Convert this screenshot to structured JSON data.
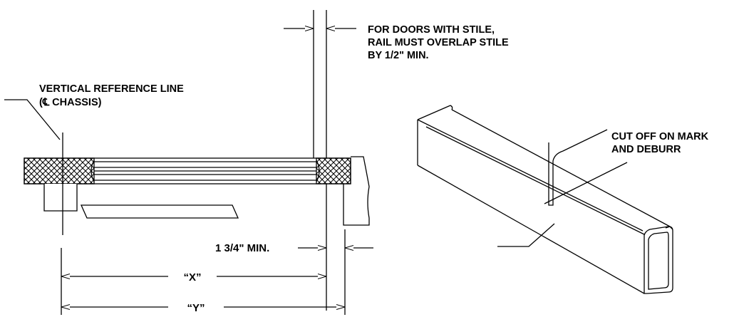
{
  "diagram": {
    "notes": {
      "stile_overlap": [
        "FOR DOORS WITH STILE,",
        "RAIL MUST OVERLAP STILE",
        "BY 1/2\" MIN."
      ],
      "reference_line": [
        "VERTICAL REFERENCE LINE",
        "(℄ CHASSIS)"
      ],
      "cut_off": [
        "CUT OFF ON MARK",
        "AND DEBURR"
      ]
    },
    "dimensions": {
      "min_clearance": "1 3/4\" MIN.",
      "x": "“X”",
      "y": "“Y”"
    },
    "colors": {
      "line": "#000000",
      "background": "#ffffff"
    }
  }
}
